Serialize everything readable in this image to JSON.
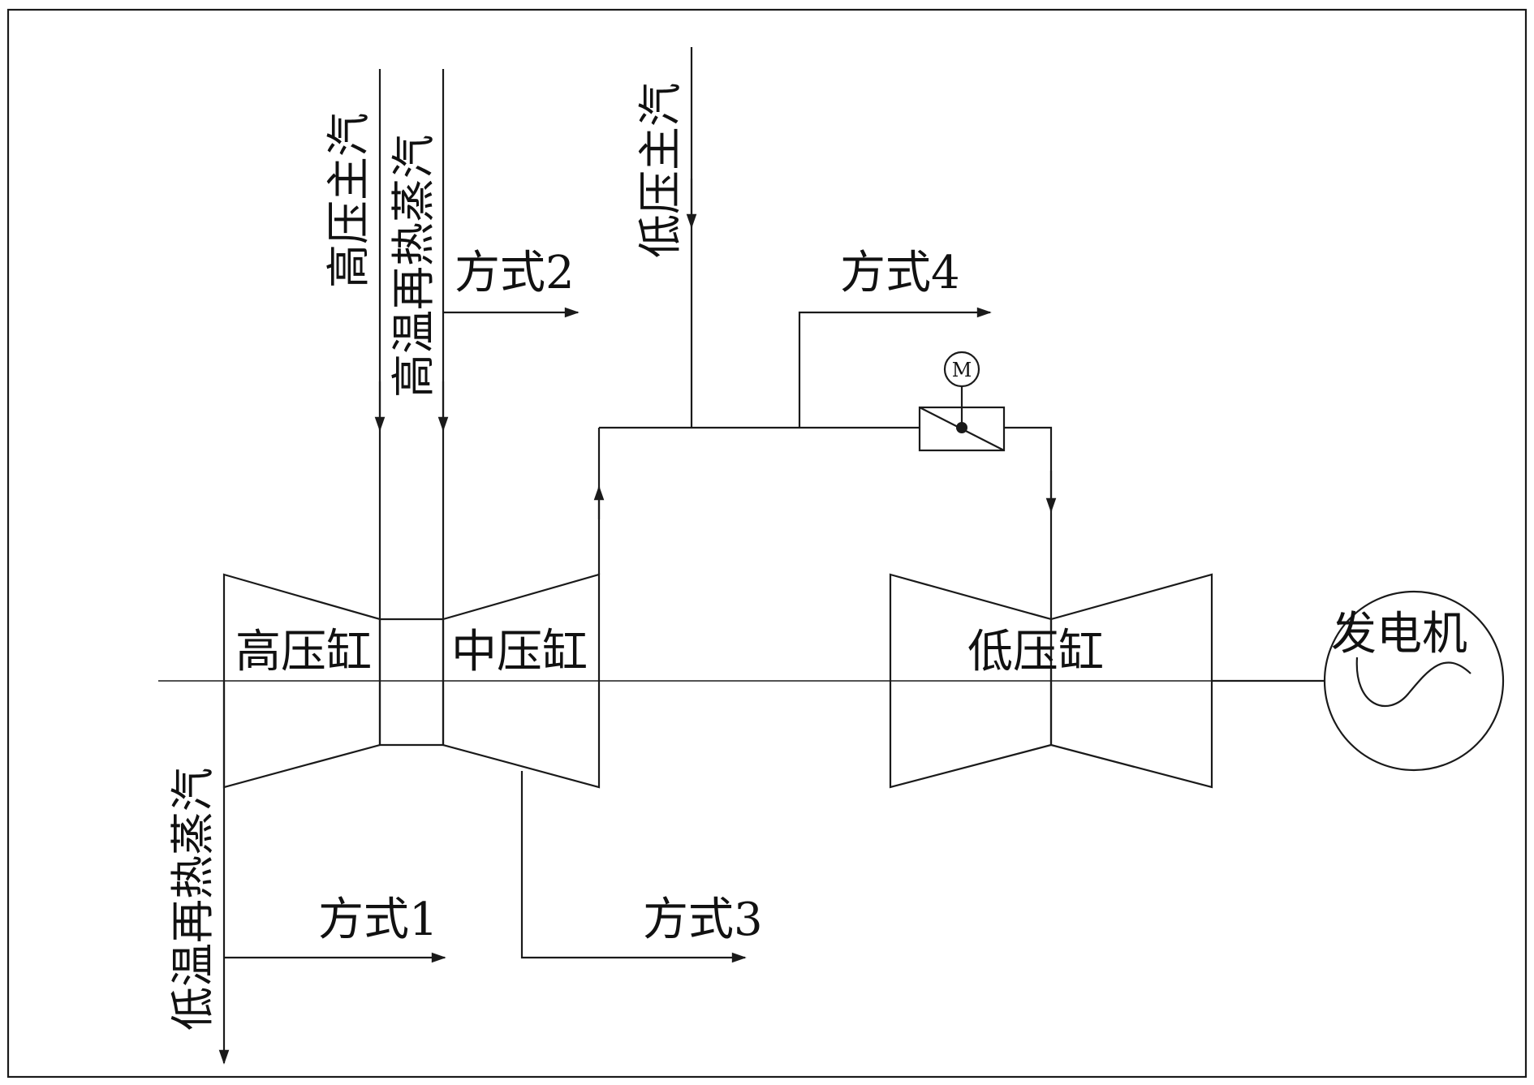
{
  "labels": {
    "hp_main_steam": "高压主汽",
    "hot_reheat": "高温再热蒸汽",
    "lp_main_steam": "低压主汽",
    "cold_reheat": "低温再热蒸汽",
    "mode1": "方式1",
    "mode2": "方式2",
    "mode3": "方式3",
    "mode4": "方式4",
    "hp_cylinder": "高压缸",
    "ip_cylinder": "中压缸",
    "lp_cylinder": "低压缸",
    "generator": "发电机",
    "motor": "M"
  }
}
